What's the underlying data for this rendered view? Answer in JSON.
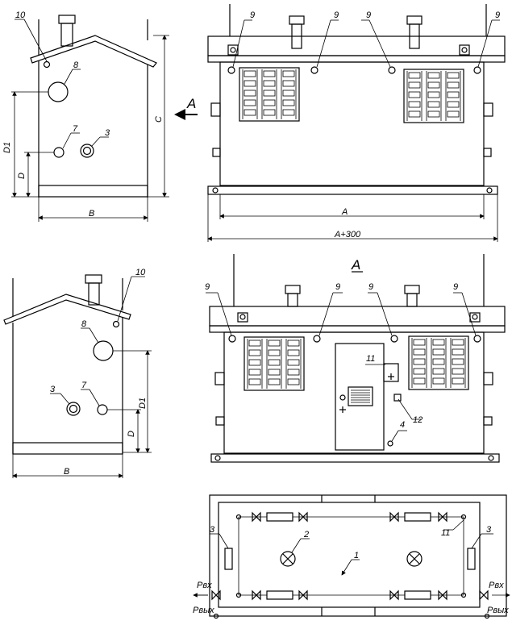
{
  "labels": {
    "n1": "1",
    "n2": "2",
    "n3": "3",
    "n4": "4",
    "n7": "7",
    "n8": "8",
    "n9": "9",
    "n10": "10",
    "n11": "11",
    "n12": "12"
  },
  "dims": {
    "A": "A",
    "A300": "A+300",
    "B": "B",
    "C": "C",
    "D": "D",
    "D1": "D1"
  },
  "view_label": "A",
  "arrow_label": "A",
  "pressure": {
    "in": "Pвх",
    "out": "Pвых"
  }
}
